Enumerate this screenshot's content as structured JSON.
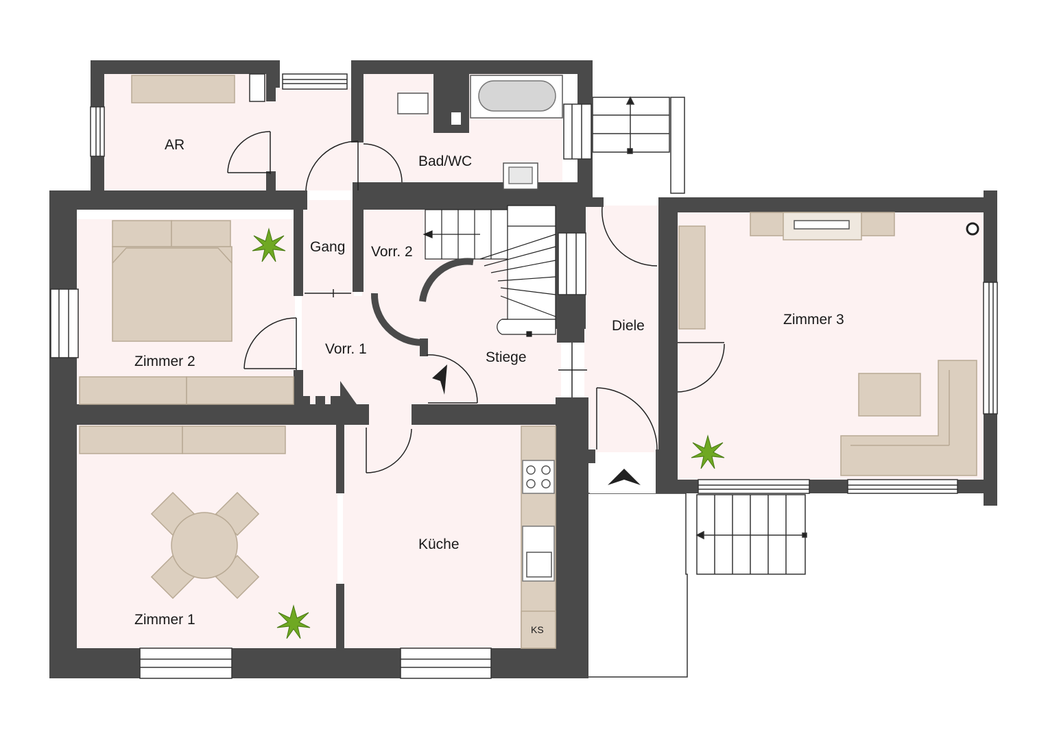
{
  "plan": {
    "colors": {
      "wall": "#4a4a4a",
      "floor": "#fdf2f2",
      "furniture": "#dccfbf",
      "furniture_stroke": "#b8a994",
      "plant": "#6fa823",
      "window": "#ffffff",
      "line": "#222222"
    },
    "rooms": {
      "ar": "AR",
      "bad": "Bad/WC",
      "gang": "Gang",
      "vorr2": "Vorr. 2",
      "zimmer2": "Zimmer 2",
      "vorr1": "Vorr. 1",
      "stiege": "Stiege",
      "diele": "Diele",
      "zimmer3": "Zimmer 3",
      "kueche": "Küche",
      "zimmer1": "Zimmer 1"
    },
    "fixtures": {
      "fridge": "KS"
    }
  }
}
